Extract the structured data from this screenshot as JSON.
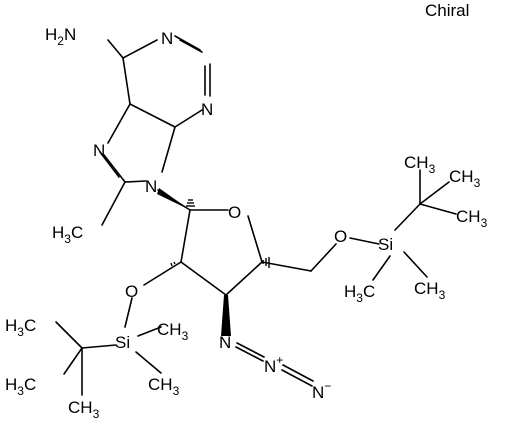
{
  "chirality_label": "Chiral",
  "atoms": {
    "amino_h2n": "H",
    "amino_2": "2",
    "amino_n": "N",
    "n1": "N",
    "n3": "N",
    "n7": "N",
    "n9": "N",
    "c8_methyl_h": "H",
    "c8_methyl_3": "3",
    "c8_methyl_c": "C",
    "ring_o": "O",
    "o2": "O",
    "o5": "O",
    "si_left": "Si",
    "si_right": "Si",
    "azide_n1": "N",
    "azide_n2": "N",
    "azide_n2_charge": "+",
    "azide_n3": "N",
    "azide_n3_charge": "−"
  },
  "methyl_groups": {
    "ch3": "CH",
    "h3c": "H",
    "c": "C",
    "three": "3"
  }
}
